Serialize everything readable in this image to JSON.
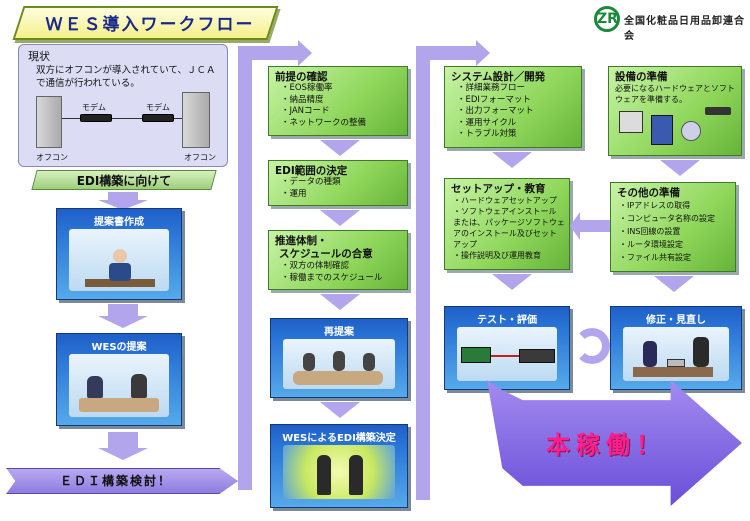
{
  "header": {
    "title": "ＷＥＳ導入ワークフロー",
    "logo_mark": "ZR",
    "org_name": "全国化粧品日用品卸連合会"
  },
  "current": {
    "title": "現状",
    "desc": "双方にオフコンが導入されていて、ＪＣＡで通信が行われている。",
    "modem1": "モデム",
    "modem2": "モデム",
    "offcon1": "オフコン",
    "offcon2": "オフコン"
  },
  "edi_banner": "EDI構築に向けて",
  "left_panels": [
    {
      "title": "提案書作成"
    },
    {
      "title": "WESの提案"
    }
  ],
  "bottom_banner": "ＥＤＩ構築検討！",
  "col2": [
    {
      "title": "前提の確認",
      "items": [
        "・EOS稼働率",
        "・納品精度",
        "・JANコード",
        "・ネットワークの整備"
      ]
    },
    {
      "title": "EDI範囲の決定",
      "items": [
        "・データの種類",
        "・運用"
      ]
    },
    {
      "title": "推進体制・",
      "title2": "スケジュールの合意",
      "items": [
        "・双方の体制確認",
        "・稼働までのスケジュール"
      ]
    }
  ],
  "col2_panels": [
    {
      "title": "再提案"
    },
    {
      "title": "WESによるEDI構築決定"
    }
  ],
  "col3": [
    {
      "title": "システム設計／開発",
      "items": [
        "・詳細業務フロー",
        "・EDIフォーマット",
        "・出力フォーマット",
        "・運用サイクル",
        "・トラブル対策"
      ]
    },
    {
      "title": "セットアップ・教育",
      "items": [
        "・ハードウェアセットアップ",
        "・ソフトウェアインストール",
        "または、パッケージソフトウェ",
        "アのインストール及びセット",
        "アップ",
        "・操作説明及び運用教育"
      ]
    }
  ],
  "col3_panel": {
    "title": "テスト・評価"
  },
  "col4": [
    {
      "title": "設備の準備",
      "items": [
        "必要になるハードウェアとソフト",
        "ウェアを準備する。"
      ]
    },
    {
      "title": "その他の準備",
      "items": [
        "・IPアドレスの取得",
        "・コンピュータ名称の設定",
        "・INS回線の設置",
        "・ルータ環境設定",
        "・ファイル共有設定"
      ]
    }
  ],
  "col4_panel": {
    "title": "修正・見直し"
  },
  "final": "本稼働！",
  "colors": {
    "green_card": "#8ed65a",
    "blue_panel": "#2c78d8",
    "purple_arrow": "#b2a5ec",
    "final_text": "#ff1e8a"
  }
}
